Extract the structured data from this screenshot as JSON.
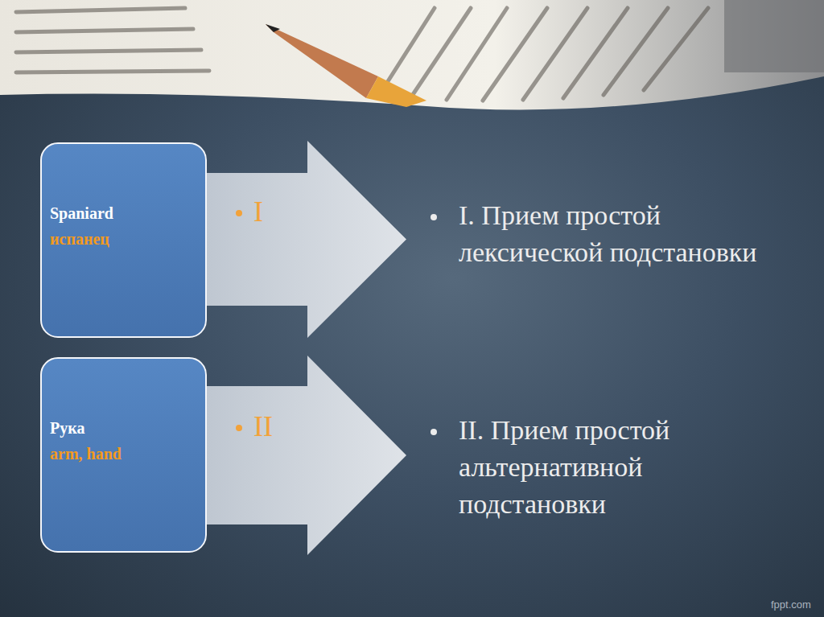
{
  "diagram": {
    "nodes": [
      {
        "text": [
          "Spaniard",
          "испанец"
        ]
      },
      {
        "text": [
          "I"
        ]
      },
      {
        "text": [
          "Рука",
          "arm, hand"
        ]
      },
      {
        "text": [
          "II"
        ]
      }
    ],
    "labels": [
      "I. Прием простой лексической подстановки",
      "II. Прием простой альтернативной подстановки",
      "fppt.com"
    ]
  }
}
